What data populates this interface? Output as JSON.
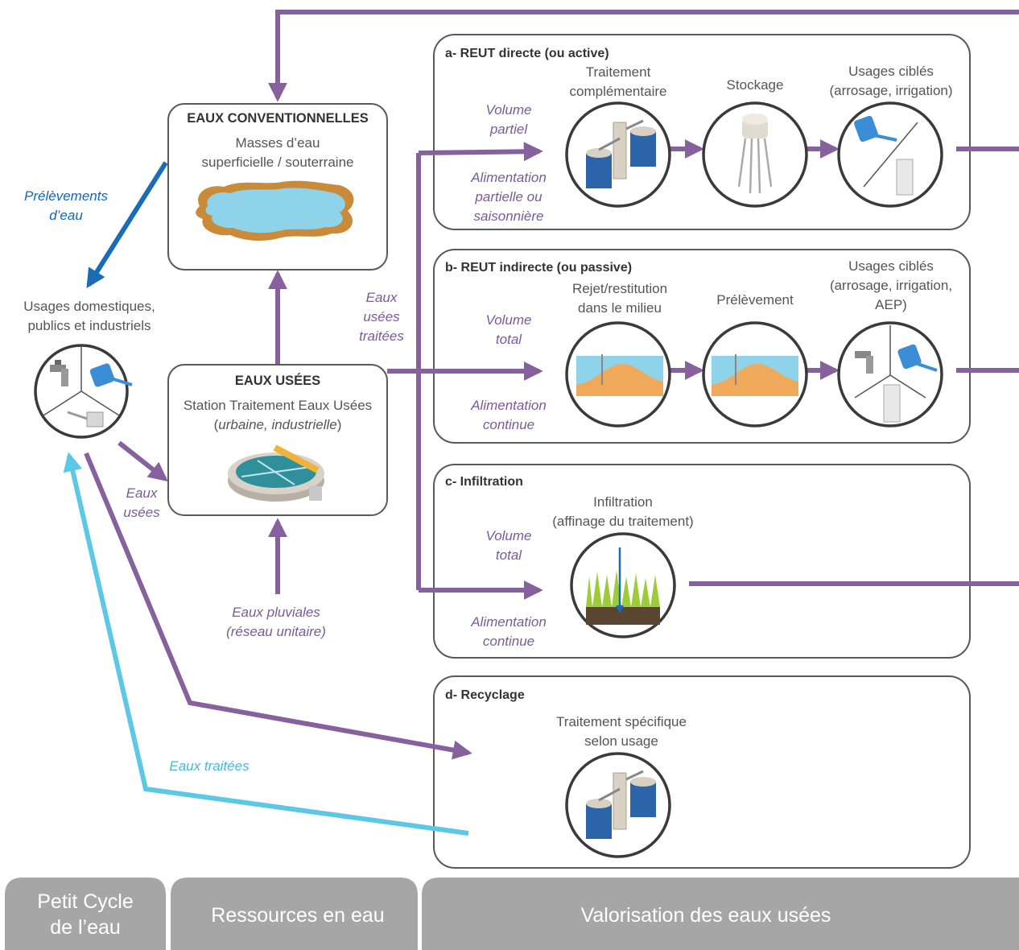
{
  "conventional": {
    "title": "EAUX CONVENTIONNELLES",
    "line1": "Masses d’eau",
    "line2": "superficielle / souterraine"
  },
  "wastewater": {
    "title": "EAUX USÉES",
    "line1": "Station Traitement Eaux Usées",
    "line2_open": "(",
    "line2_italic": "urbaine, industrielle",
    "line2_close": ")"
  },
  "uses": {
    "line1": "Usages domestiques,",
    "line2": "publics et industriels"
  },
  "labels": {
    "prelevements_1": "Prélèvements",
    "prelevements_2": "d’eau",
    "eaux_usees_1": "Eaux",
    "eaux_usees_2": "usées",
    "pluviales_1": "Eaux pluviales",
    "pluviales_2": "(réseau unitaire)",
    "traitees_1": "Eaux",
    "traitees_2": "usées",
    "traitees_3": "traitées",
    "eaux_traitees": "Eaux traitées"
  },
  "panel_a": {
    "title": "a- REUT directe (ou active)",
    "volume_1": "Volume",
    "volume_2": "partiel",
    "feed_1": "Alimentation",
    "feed_2": "partielle ou",
    "feed_3": "saisonnière",
    "step1_1": "Traitement",
    "step1_2": "complémentaire",
    "step2": "Stockage",
    "step3_1": "Usages ciblés",
    "step3_2": "(arrosage, irrigation)"
  },
  "panel_b": {
    "title": "b- REUT indirecte (ou passive)",
    "volume_1": "Volume",
    "volume_2": "total",
    "feed_1": "Alimentation",
    "feed_2": "continue",
    "step1_1": "Rejet/restitution",
    "step1_2": "dans le milieu",
    "step2": "Prélèvement",
    "step3_1": "Usages ciblés",
    "step3_2": "(arrosage, irrigation,",
    "step3_3": "AEP)"
  },
  "panel_c": {
    "title": "c- Infiltration",
    "volume_1": "Volume",
    "volume_2": "total",
    "feed_1": "Alimentation",
    "feed_2": "continue",
    "step1_1": "Infiltration",
    "step1_2": "(affinage du traitement)"
  },
  "panel_d": {
    "title": "d- Recyclage",
    "step1_1": "Traitement spécifique",
    "step1_2": "selon usage"
  },
  "tabs": {
    "tab1_1": "Petit Cycle",
    "tab1_2": "de l’eau",
    "tab2": "Ressources en eau",
    "tab3": "Valorisation des eaux usées"
  },
  "colors": {
    "purple_arrow": "#86619e",
    "blue_arrow": "#1b6cb8",
    "cyan_arrow": "#5bc8e6",
    "tab_fill": "#a6a6a6",
    "water": "#8fd3ea",
    "tank_blue": "#2b64a8"
  }
}
